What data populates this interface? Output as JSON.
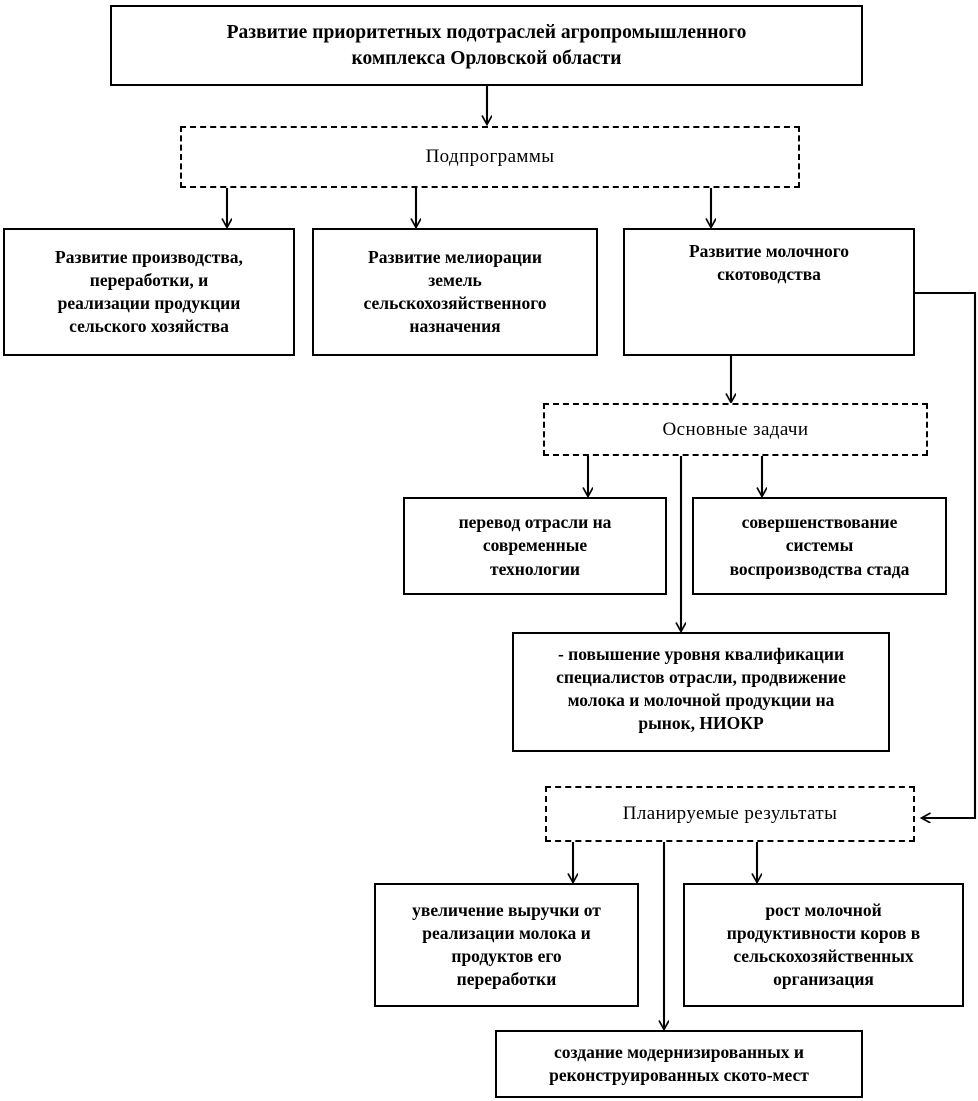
{
  "diagram": {
    "title": "Развитие приоритетных подотраслей агропромышленного комплекса Орловской области",
    "colors": {
      "line": "#000000",
      "text": "#000000",
      "background": "#ffffff"
    },
    "nodes": {
      "root": "Развитие приоритетных подотраслей агропромышленного\nкомплекса Орловской области",
      "subprograms_group": "Подпрограммы",
      "subprogram_1": "Развитие производства,\nпереработки, и\nреализации продукции\nсельского хозяйства",
      "subprogram_2": "Развитие мелиорации\nземель\nсельскохозяйственного\nназначения",
      "subprogram_3": "Развитие молочного\nскотоводства",
      "tasks_group": "Основные задачи",
      "task_1": "перевод отрасли на\nсовременные\nтехнологии",
      "task_2": "совершенствование\nсистемы\nвоспроизводства стада",
      "task_3": "- повышение уровня квалификации\nспециалистов отрасли, продвижение\nмолока и молочной продукции на\nрынок, НИОКР",
      "results_group": "Планируемые  результаты",
      "result_1": "увеличение выручки от\nреализации молока и\nпродуктов его\nпереработки",
      "result_2": "рост молочной\nпродуктивности коров в\nсельскохозяйственных\nорганизация",
      "result_3": "создание модернизированных и\nреконструированных ското-мест"
    }
  }
}
